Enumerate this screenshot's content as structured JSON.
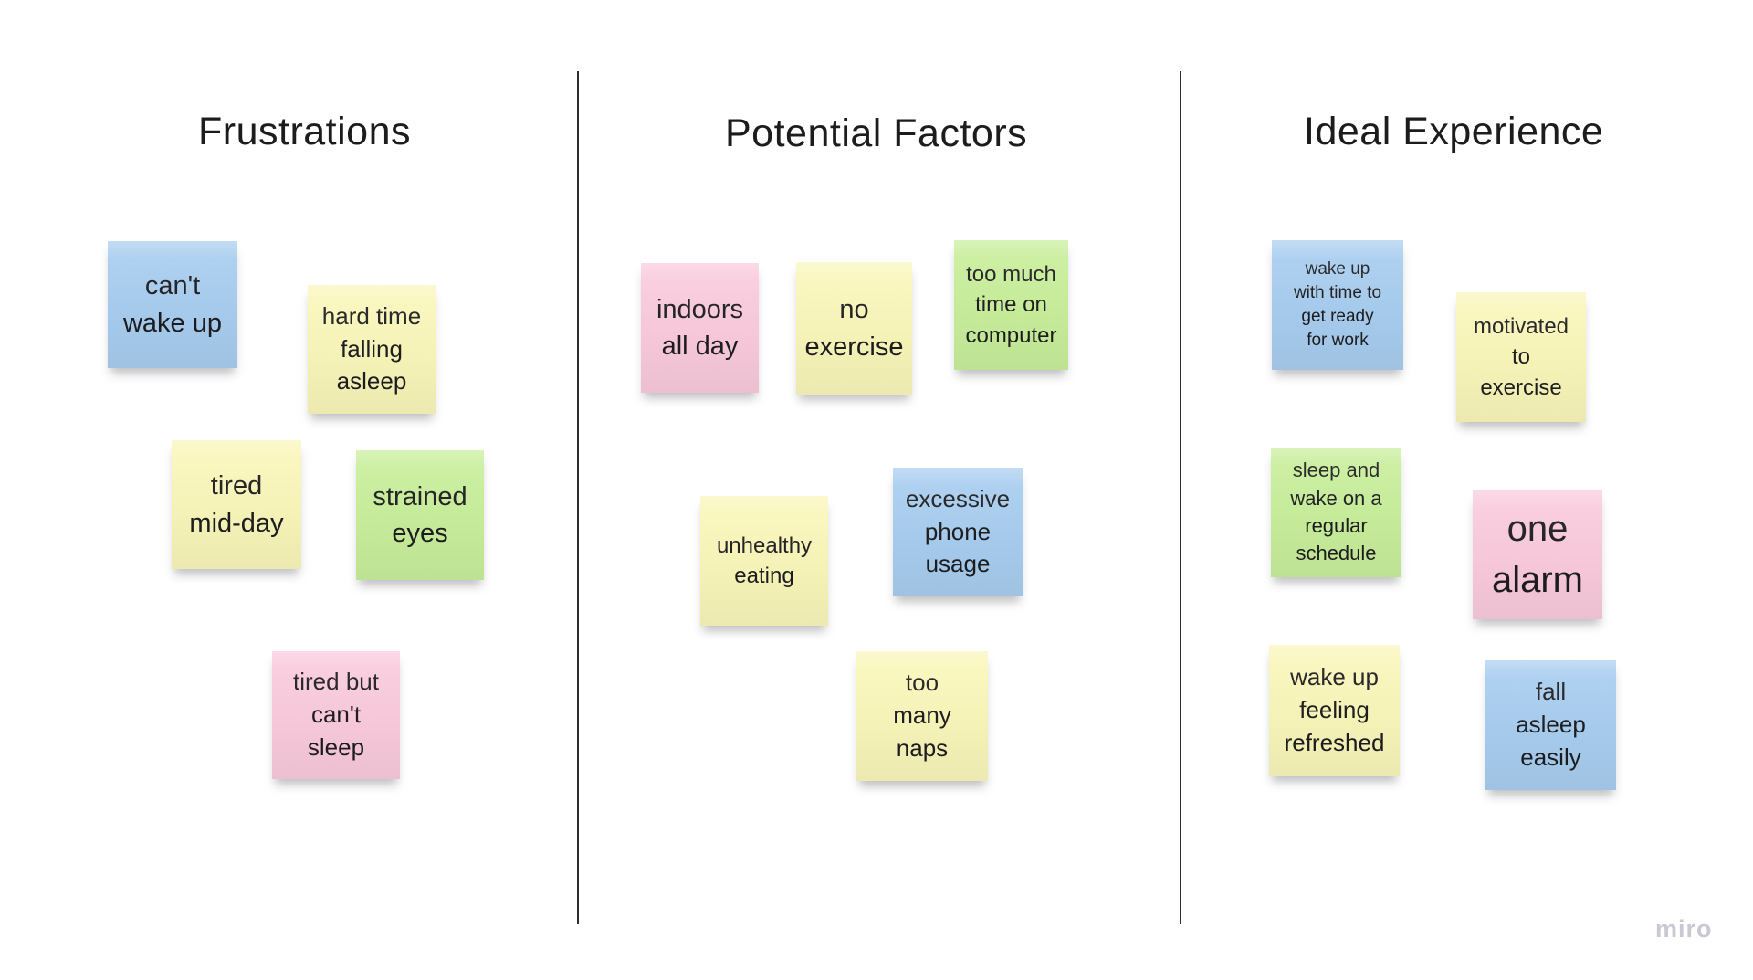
{
  "board": {
    "watermark": "miro",
    "background_color": "#ffffff",
    "divider_color": "#2e2e2e",
    "text_color": "#1d1d1f"
  },
  "palette": {
    "blue": "#a8cdef",
    "yellow": "#f9f6ba",
    "green": "#c8ee9b",
    "pink": "#f9cadc"
  },
  "columns": [
    {
      "title": "Frustrations"
    },
    {
      "title": "Potential Factors"
    },
    {
      "title": "Ideal Experience"
    }
  ],
  "notes": [
    {
      "column": "Frustrations",
      "color": "blue",
      "text": "can't\nwake up"
    },
    {
      "column": "Frustrations",
      "color": "yellow",
      "text": "hard time\nfalling\nasleep"
    },
    {
      "column": "Frustrations",
      "color": "yellow",
      "text": "tired\nmid-day"
    },
    {
      "column": "Frustrations",
      "color": "green",
      "text": "strained\neyes"
    },
    {
      "column": "Frustrations",
      "color": "pink",
      "text": "tired but\ncan't\nsleep"
    },
    {
      "column": "Potential Factors",
      "color": "pink",
      "text": "indoors\nall day"
    },
    {
      "column": "Potential Factors",
      "color": "yellow",
      "text": "no\nexercise"
    },
    {
      "column": "Potential Factors",
      "color": "green",
      "text": "too much\ntime on\ncomputer"
    },
    {
      "column": "Potential Factors",
      "color": "yellow",
      "text": "unhealthy\neating"
    },
    {
      "column": "Potential Factors",
      "color": "blue",
      "text": "excessive\nphone\nusage"
    },
    {
      "column": "Potential Factors",
      "color": "yellow",
      "text": "too\nmany\nnaps"
    },
    {
      "column": "Ideal Experience",
      "color": "blue",
      "text": "wake up\nwith time to\nget ready\nfor work"
    },
    {
      "column": "Ideal Experience",
      "color": "yellow",
      "text": "motivated\nto\nexercise"
    },
    {
      "column": "Ideal Experience",
      "color": "green",
      "text": "sleep and\nwake on a\nregular\nschedule"
    },
    {
      "column": "Ideal Experience",
      "color": "pink",
      "text": "one\nalarm"
    },
    {
      "column": "Ideal Experience",
      "color": "yellow",
      "text": "wake up\nfeeling\nrefreshed"
    },
    {
      "column": "Ideal Experience",
      "color": "blue",
      "text": "fall\nasleep\neasily"
    }
  ]
}
